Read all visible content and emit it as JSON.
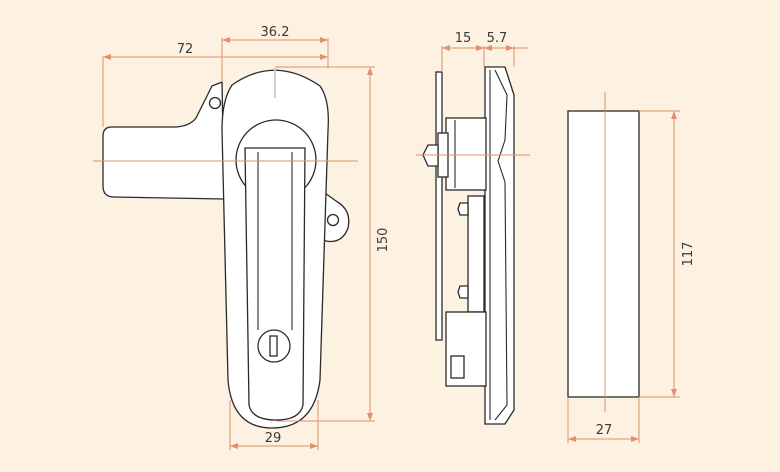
{
  "colors": {
    "background": "#fdf1e2",
    "dimension_line": "#e0906a",
    "outline": "#2a2a2a",
    "part_fill": "#ffffff",
    "shading": "#cfcfcf"
  },
  "dimensions": {
    "front_total_width": "72",
    "front_handle_width": "36.2",
    "front_height": "150",
    "front_bottom_width": "29",
    "side_depth_a": "15",
    "side_depth_b": "5.7",
    "cutout_height": "117",
    "cutout_width": "27"
  }
}
